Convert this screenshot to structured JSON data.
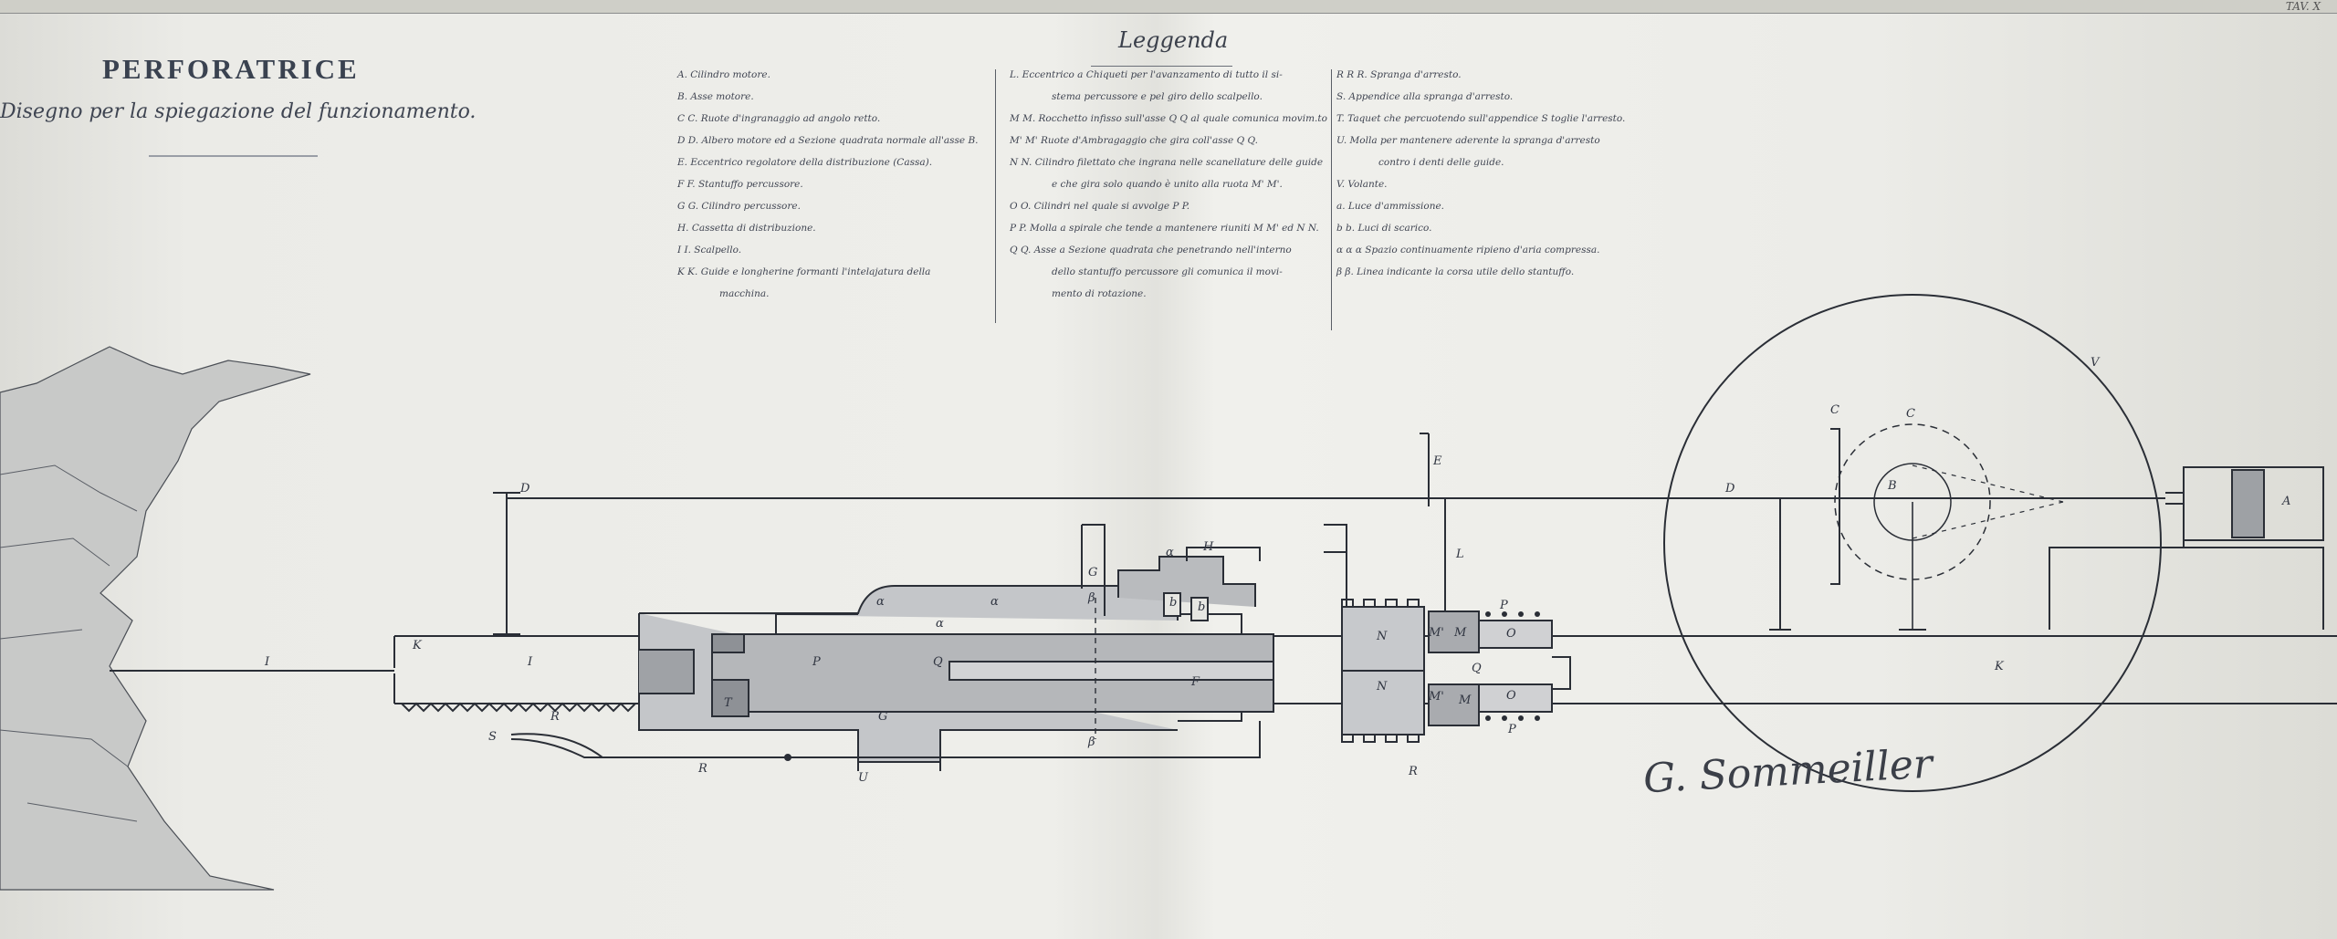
{
  "plate": "TAV. X",
  "title": "PERFORATRICE",
  "subtitle": "Disegno per la spiegazione del funzionamento.",
  "legend": {
    "heading": "Leggenda",
    "col1": [
      "A.  Cilindro motore.",
      "B.  Asse motore.",
      "C C.  Ruote d'ingranaggio ad angolo retto.",
      "D D.  Albero motore ed a Sezione quadrata normale all'asse B.",
      "E.  Eccentrico regolatore della distribuzione (Cassa).",
      "F F.  Stantuffo percussore.",
      "G G.  Cilindro percussore.",
      "H.  Cassetta di distribuzione.",
      "I I.  Scalpello.",
      "K K.  Guide e longherine formanti l'intelajatura della",
      "macchina."
    ],
    "col2": [
      "L.  Eccentrico a Chiqueti per l'avanzamento di tutto il si-",
      "stema percussore e pel giro dello scalpello.",
      "M M.  Rocchetto infisso sull'asse Q Q al quale comunica movim.to",
      "M' M'  Ruote d'Ambragaggio che gira coll'asse Q Q.",
      "N N.  Cilindro filettato che ingrana nelle scanellature delle guide",
      "e che gira solo quando è unito alla ruota M' M'.",
      "O O.  Cilindri nel quale si avvolge P P.",
      "P P.  Molla a spirale che tende a mantenere riuniti M M' ed N N.",
      "Q Q.  Asse a Sezione quadrata che penetrando nell'interno",
      "dello stantuffo percussore gli comunica il movi-",
      "mento di rotazione."
    ],
    "col3": [
      "R R R.  Spranga d'arresto.",
      "S.  Appendice alla spranga d'arresto.",
      "T.  Taquet che percuotendo sull'appendice S toglie l'arresto.",
      "U.  Molla per mantenere aderente la spranga d'arresto",
      "contro i denti delle guide.",
      "V.  Volante.",
      "a.  Luce d'ammissione.",
      "b b.  Luci di scarico.",
      "α α α  Spazio continuamente ripieno d'aria compressa.",
      "β β.  Linea indicante la corsa utile dello stantuffo."
    ]
  },
  "labels": {
    "D1": "D",
    "D2": "D",
    "E": "E",
    "L": "L",
    "H": "H",
    "G1": "G",
    "G2": "G",
    "a1": "α",
    "a2": "α",
    "a3": "α",
    "a4": "α",
    "beta1": "β",
    "beta2": "β",
    "b1": "b",
    "b2": "b",
    "K1": "K",
    "K2": "K",
    "I1": "I",
    "I2": "I",
    "P1": "P",
    "Q1": "Q",
    "Q2": "Q",
    "F": "F",
    "T": "T",
    "S": "S",
    "R1": "R",
    "R2": "R",
    "R3": "R",
    "U": "U",
    "N1": "N",
    "N2": "N",
    "M1": "M'",
    "M2": "M",
    "M3": "M'",
    "M4": "M",
    "O1": "O",
    "O2": "O",
    "P2": "P",
    "P3": "P",
    "V": "V",
    "C1": "C",
    "C2": "C",
    "B": "B",
    "A": "A"
  },
  "signature": "G. Sommeiller",
  "colors": {
    "ink": "#2a2e36",
    "fill": "#b9bbbe",
    "paper": "#ecece8"
  }
}
